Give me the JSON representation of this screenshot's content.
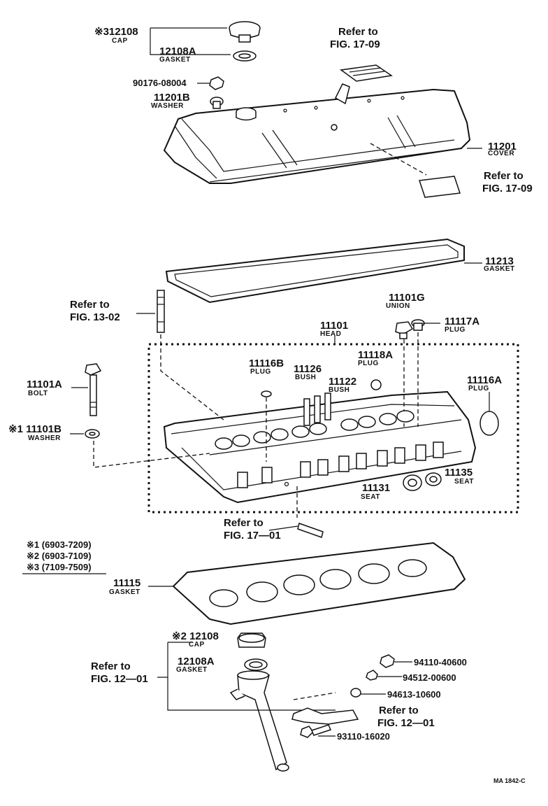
{
  "labels": {
    "cap_top_num": "※312108",
    "cap_top_name": "CAP",
    "gasket_top_num": "12108A",
    "gasket_top_name": "GASKET",
    "refer_1709_a_1": "Refer to",
    "refer_1709_a_2": "FIG. 17-09",
    "nut_num": "90176-08004",
    "washer_b_num": "11201B",
    "washer_b_name": "WASHER",
    "cover_num": "11201",
    "cover_name": "COVER",
    "refer_1709_b_1": "Refer to",
    "refer_1709_b_2": "FIG. 17-09",
    "gasket_cover_num": "11213",
    "gasket_cover_name": "GASKET",
    "refer_1302_1": "Refer to",
    "refer_1302_2": "FIG. 13-02",
    "union_num": "11101G",
    "union_name": "UNION",
    "plug_a_num": "11117A",
    "plug_a_name": "PLUG",
    "head_num": "11101",
    "head_name": "HEAD",
    "plug_b_num": "11116B",
    "plug_b_name": "PLUG",
    "bush_a_num": "11126",
    "bush_a_name": "BUSH",
    "plug_c_num": "11118A",
    "plug_c_name": "PLUG",
    "bush_b_num": "11122",
    "bush_b_name": "BUSH",
    "plug_d_num": "11116A",
    "plug_d_name": "PLUG",
    "bolt_num": "11101A",
    "bolt_name": "BOLT",
    "washer_c_num": "※1 11101B",
    "washer_c_name": "WASHER",
    "seat_a_num": "11135",
    "seat_a_name": "SEAT",
    "seat_b_num": "11131",
    "seat_b_name": "SEAT",
    "refer_1701_1": "Refer to",
    "refer_1701_2": "FIG. 17—01",
    "note_1": "※1 (6903-7209)",
    "note_2": "※2 (6903-7109)",
    "note_3": "※3 (7109-7509)",
    "head_gasket_num": "11115",
    "head_gasket_name": "GASKET",
    "cap_bot_num": "※2 12108",
    "cap_bot_name": "CAP",
    "gasket_bot_num": "12108A",
    "gasket_bot_name": "GASKET",
    "refer_1201_a_1": "Refer to",
    "refer_1201_a_2": "FIG. 12—01",
    "nut_a": "94110-40600",
    "nut_b": "94512-00600",
    "nut_c": "94613-10600",
    "refer_1201_b_1": "Refer to",
    "refer_1201_b_2": "FIG. 12—01",
    "bolt_bot": "93110-16020",
    "catalog_code": "MA 1842-C"
  }
}
